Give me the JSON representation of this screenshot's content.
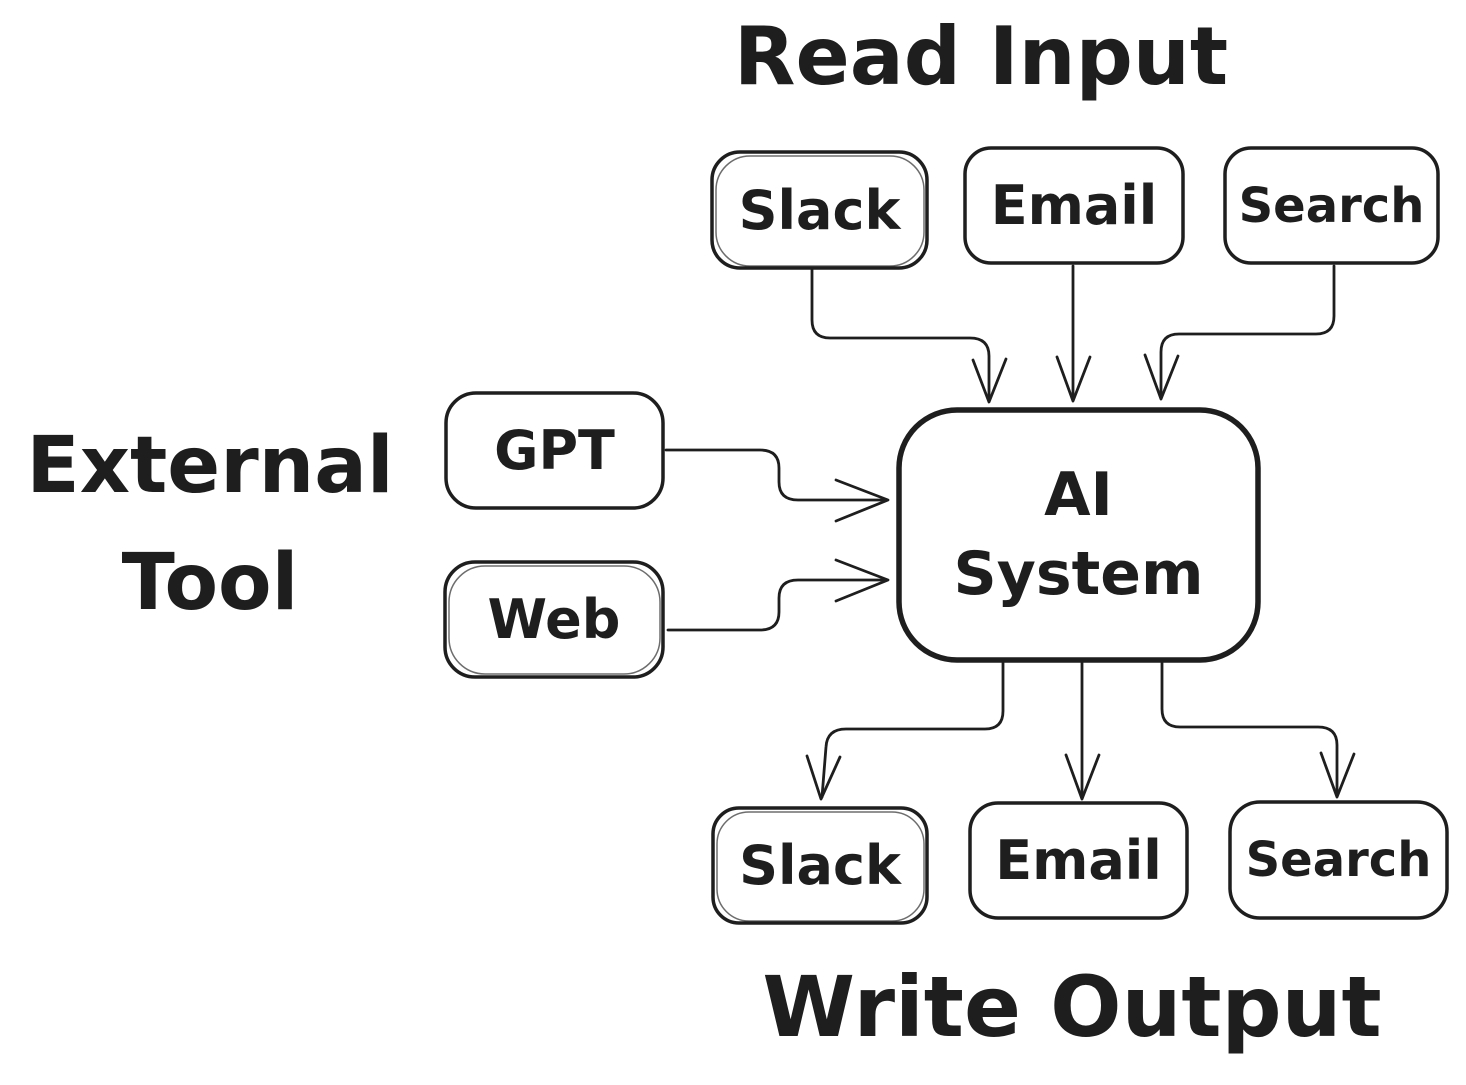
{
  "diagram": {
    "background": "#ffffff",
    "stroke_color": "#1e1e1e",
    "titles": {
      "read_input": "Read Input",
      "external_tool": "External Tool",
      "write_output": "Write Output"
    },
    "ai_system": {
      "line1": "AI",
      "line2": "System"
    },
    "inputs": {
      "slack": "Slack",
      "email": "Email",
      "search": "Search"
    },
    "external_tools": {
      "gpt": "GPT",
      "web": "Web"
    },
    "outputs": {
      "slack": "Slack",
      "email": "Email",
      "search": "Search"
    }
  }
}
